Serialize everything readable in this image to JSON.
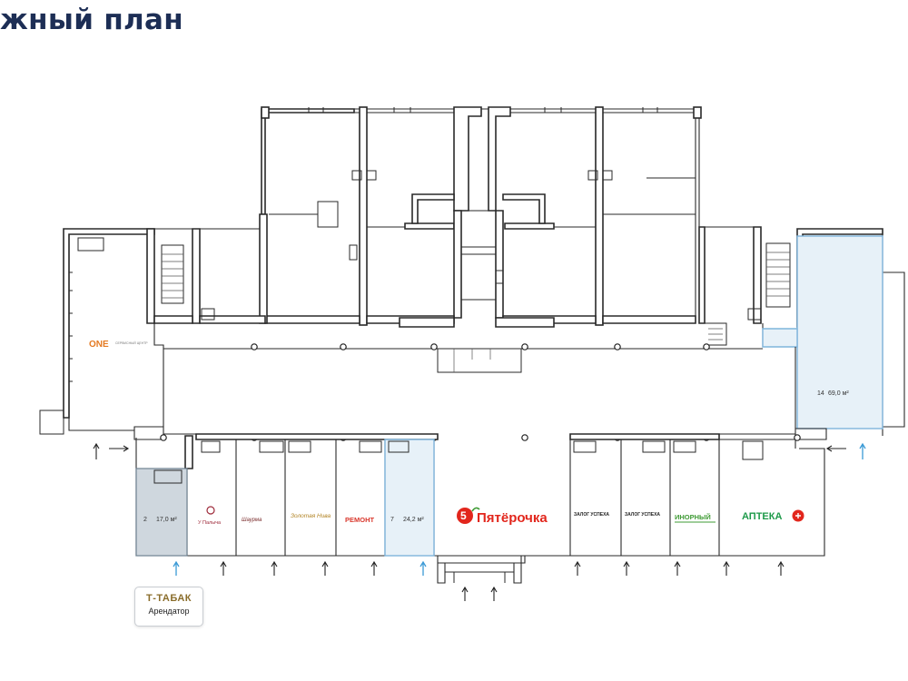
{
  "title": "жный план",
  "rooms": {
    "r2": {
      "num": "2",
      "area": "17,0 м²"
    },
    "r7": {
      "num": "7",
      "area": "24,2 м²"
    },
    "r14": {
      "num": "14",
      "area": "69,0 м²"
    }
  },
  "tenants": {
    "one": "ONE",
    "one_sub": "СЕРВИСНЫЙ ЦЕНТР",
    "ulybka": "У Палыча",
    "bakery": "Шаурма",
    "zolotaya": "Золотая Нива",
    "remont": "РЕМОНТ",
    "pyaterochka_num": "5",
    "pyaterochka": "Пятёрочка",
    "zalog1": "ЗАЛОГ УСПЕХА",
    "zalog2": "ЗАЛОГ УСПЕХА",
    "pivnoy": "ИНОРНЫЙ",
    "apteka": "АПТЕКА"
  },
  "tenant_card": {
    "name": "Т-ТАБАК",
    "role": "Арендатор"
  },
  "colors": {
    "title": "#1d2e55",
    "highlight": "#e7f1f8",
    "highlight_stroke": "#7fb5dc",
    "grey_room": "#cfd7de",
    "pyaterochka_red": "#e2261c",
    "pyaterochka_green": "#3f9b35",
    "apteka_green": "#1e9a4a",
    "arrow_blue": "#3b9ad6"
  }
}
